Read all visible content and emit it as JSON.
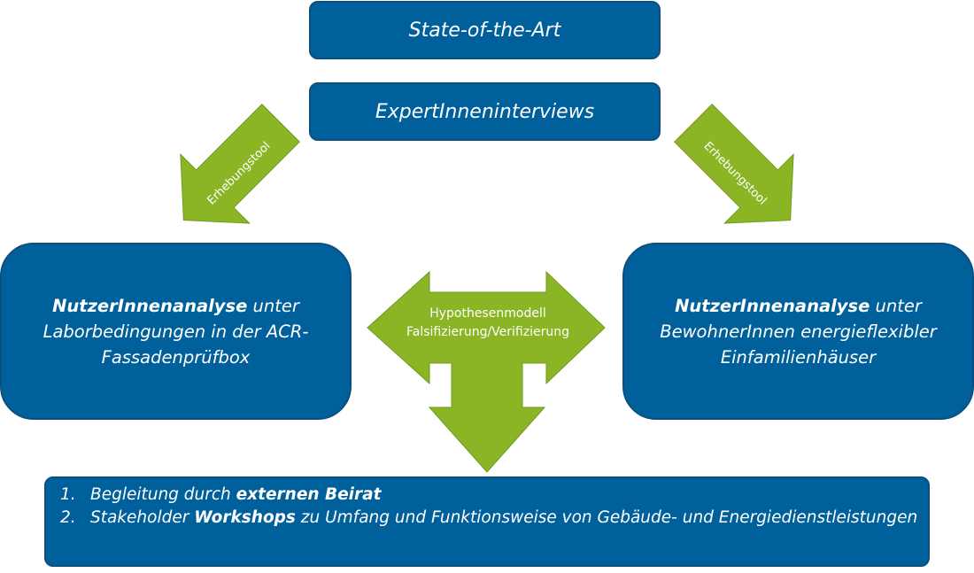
{
  "top": {
    "state_of_art": "State-of-the-Art",
    "expert_interviews": "ExpertInneninterviews"
  },
  "arrows": {
    "left_label": "Erhebungstool",
    "right_label": "Erhebungstool",
    "center_line1": "Hypothesenmodell",
    "center_line2": "Falsifizierung/Verifizierung"
  },
  "left_box": {
    "bold": "NutzerInnenanalyse",
    "line1_rest": " unter",
    "line2": "Laborbedingungen in der ACR-",
    "line3": "Fassadenprüfbox"
  },
  "right_box": {
    "bold": "NutzerInnenanalyse",
    "line1_rest": " unter",
    "line2": "BewohnerInnen energieflexibler",
    "line3": "Einfamilienhäuser"
  },
  "bottom": {
    "items": [
      {
        "num": "1.",
        "pre": "Begleitung durch ",
        "bold": "externen Beirat",
        "post": ""
      },
      {
        "num": "2.",
        "pre": "Stakeholder ",
        "bold": "Workshops",
        "post": " zu Umfang und Funktionsweise von Gebäude- und Energiedienstleistungen"
      }
    ]
  },
  "colors": {
    "box_fill": "#00609c",
    "arrow_fill": "#8cb526",
    "text": "#ffffff"
  }
}
